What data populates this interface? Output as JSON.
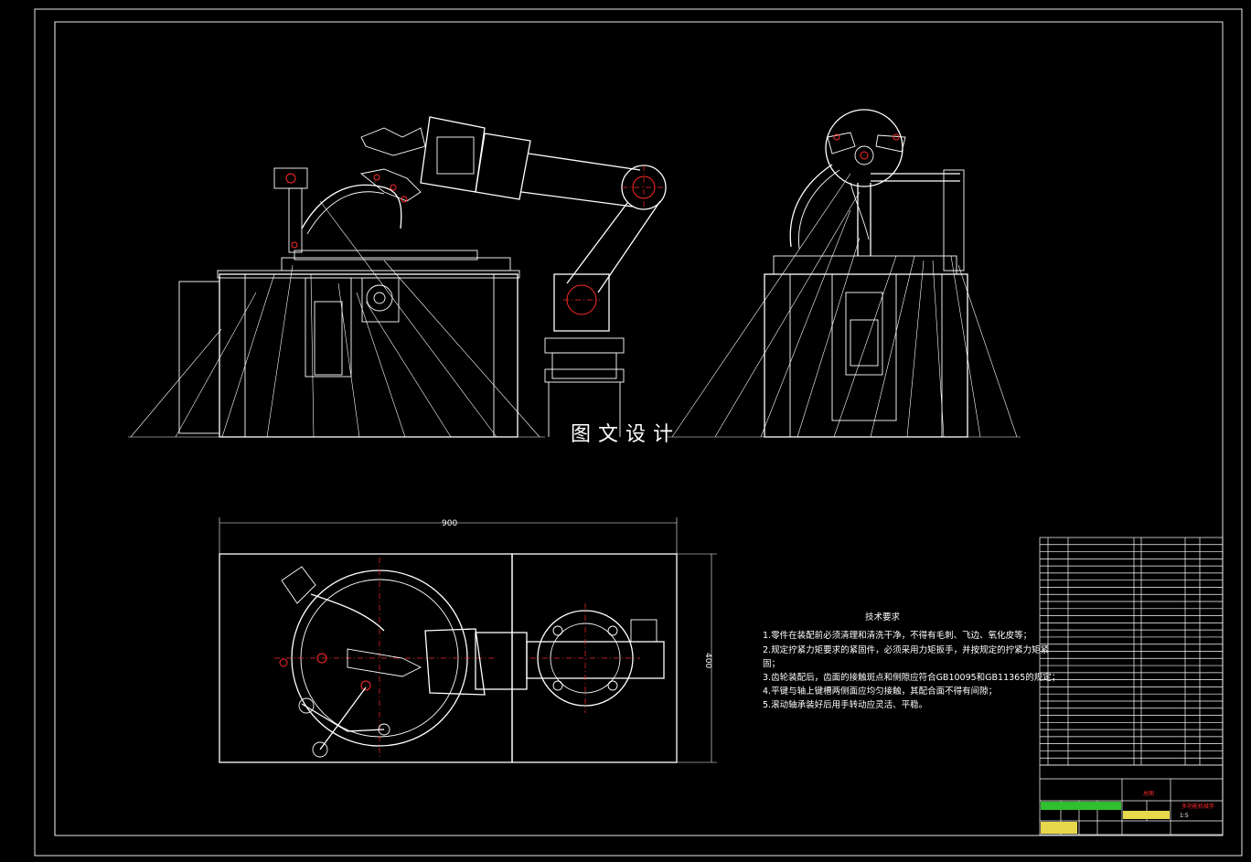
{
  "watermark": "图文设计",
  "dimensions": {
    "plan_width": "900",
    "plan_height": "400"
  },
  "technical_requirements": {
    "title": "技术要求",
    "items": [
      "1.零件在装配前必须清理和清洗干净，不得有毛刺、飞边、氧化皮等；",
      "2.规定拧紧力矩要求的紧固件，必须采用力矩扳手，并按规定的拧紧力矩紧",
      "固；",
      "3.齿轮装配后，齿面的接触斑点和侧隙应符合GB10095和GB11365的规定；",
      "4.平键与轴上键槽两侧面应均匀接触，其配合面不得有间隙；",
      "5.滚动轴承装好后用手转动应灵活、平稳。"
    ]
  },
  "title_block": {
    "drawing_name": "总图",
    "project_name": "多功能机械手",
    "scale": "1:5"
  },
  "colors": {
    "background": "#000000",
    "line": "#ffffff",
    "accent": "#ff2a2a",
    "titleblock_green": "#2fbf2f",
    "titleblock_yellow": "#e6d84a"
  }
}
